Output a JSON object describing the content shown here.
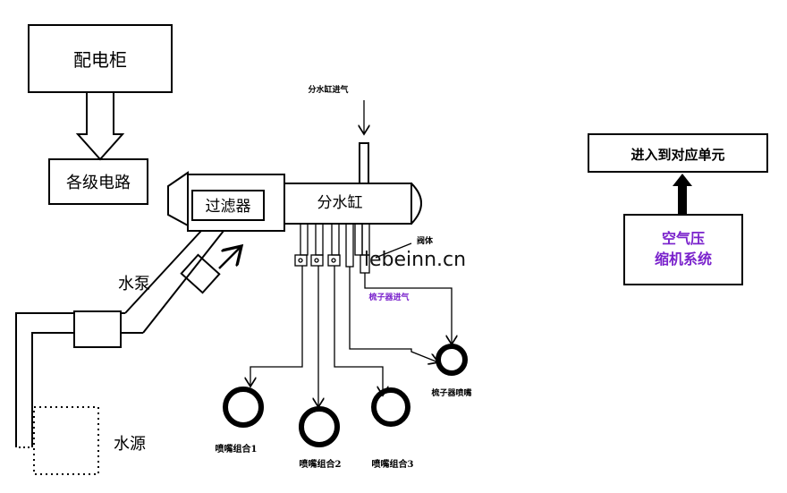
{
  "labels": {
    "distribution_cabinet": "配电柜",
    "circuits": "各级电路",
    "filter": "过滤器",
    "manifold": "分水缸",
    "manifold_air_inlet": "分水缸进气",
    "valve_body": "阀体",
    "comb_air_inlet": "梳子器进气",
    "pump": "水泵",
    "water_source": "水源",
    "nozzle_group_1": "喷嘴组合1",
    "nozzle_group_2": "喷嘴组合2",
    "nozzle_group_3": "喷嘴组合3",
    "comb_nozzle": "梳子器喷嘴",
    "to_units": "进入到对应单元",
    "compressor_line1": "空气压",
    "compressor_line2": "缩机系统",
    "watermark": "lebeinn.cn"
  },
  "colors": {
    "line": "#000000",
    "purple": "#7a22cc"
  }
}
